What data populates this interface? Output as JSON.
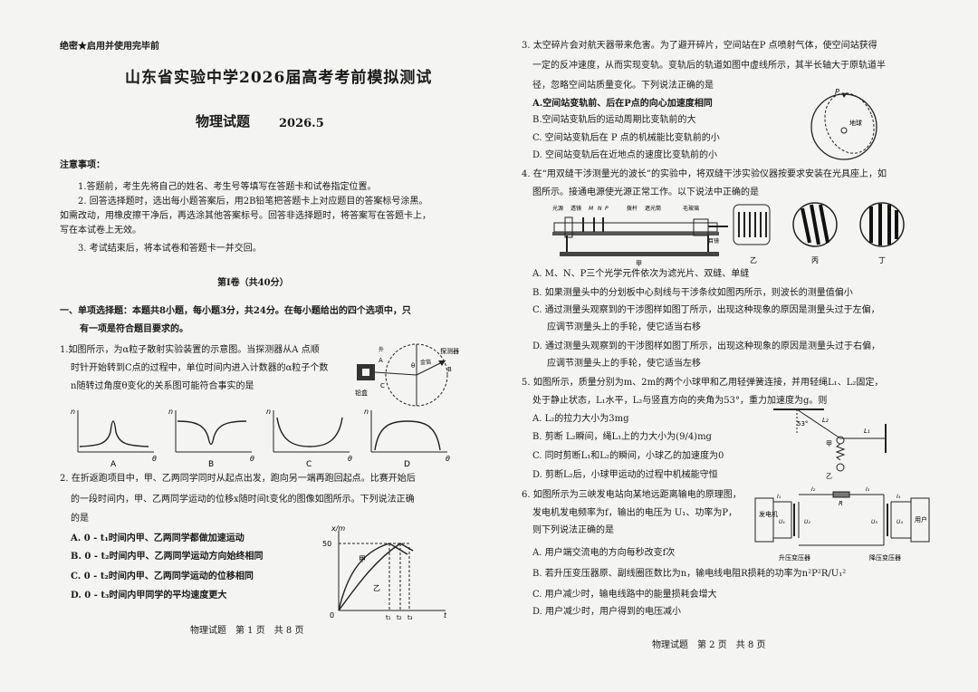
{
  "page1": {
    "secret": "绝密★启用并使用完毕前",
    "title": "山东省实验中学2026届高考考前模拟测试",
    "subject": "物理试题",
    "date": "2026.5",
    "notice_title": "注意事项：",
    "notices": [
      "1.答题前，考生先将自己的姓名、考生号等填写在答题卡和试卷指定位置。",
      "2. 回答选择题时，选出每小题答案后，用2B铅笔把答题卡上对应题目的答案标号涂黑。",
      "如需改动，用橡皮擦干净后，再选涂其他答案标号。回答非选择题时，将答案写在答题卡上，",
      "写在本试卷上无效。",
      "3. 考试结束后，将本试卷和答题卡一并交回。"
    ],
    "section": "第Ⅰ卷（共40分）",
    "part1_line1": "一、单项选择题：本题共8小题，每小题3分，共24分。在每小题给出的四个选项中，只",
    "part1_line2": "有一项是符合题目要求的。",
    "q1": {
      "lines": [
        "1.如图所示，为α粒子散射实验装置的示意图。当探测器从A 点顺",
        "时针开始转到C点的过程中，单位时间内进入计数器的α粒子个数",
        "n随转过角度θ变化的关系图可能符合事实的是"
      ],
      "fig_labels": {
        "lead": "铅盒",
        "gold": "金箔",
        "detector": "探测器",
        "a": "A",
        "b": "B",
        "c": "C",
        "theta": "θ",
        "ext": "外"
      },
      "graph_axis_n": "n",
      "graph_axis_theta": "θ",
      "options": [
        "A",
        "B",
        "C",
        "D"
      ]
    },
    "q2": {
      "lines": [
        "2. 在折返跑项目中，甲、乙两同学同时从起点出发，跑向另一端再跑回起点。比赛开始后",
        "的一段时间内，甲、乙两同学运动的位移x随时间t变化的图像如图所示。下列说法正确",
        "的是"
      ],
      "options": [
        "A. 0 - t₁时间内甲、乙两同学都做加速运动",
        "B. 0 - t₂时间内甲、乙两同学运动方向始终相同",
        "C. 0 - t₂时间内甲、乙两同学运动的位移相同",
        "D. 0 - t₃时间内甲同学的平均速度更大"
      ],
      "graph": {
        "ylabel": "x/m",
        "y50": "50",
        "origin": "0",
        "t1": "t₁",
        "t2": "t₂",
        "t3": "t₃",
        "tlabel": "t",
        "jia": "甲",
        "yi": "乙"
      }
    },
    "footer": "物理试题　第 1 页　共 8 页"
  },
  "page2": {
    "q3": {
      "lines": [
        "3. 太空碎片会对航天器带来危害。为了避开碎片，空间站在P 点喷射气体，使空间站获得",
        "一定的反冲速度，从而实现变轨。变轨后的轨道如图中虚线所示，其半长轴大于原轨道半",
        "径，忽略空间站质量变化。下列说法正确的是"
      ],
      "options": [
        "A.空间站变轨前、后在P点的向心加速度相同",
        "B.空间站变轨后的运动周期比变轨前的大",
        "C. 空间站变轨后在 P 点的机械能比变轨前的小",
        "D. 空间站变轨后在近地点的速度比变轨前的小"
      ],
      "fig": {
        "p": "P",
        "earth": "地球"
      }
    },
    "q4": {
      "lines": [
        "4. 在“用双缝干涉测量光的波长”的实验中，将双缝干涉实验仪器按要求安装在光具座上，如",
        "图所示。接通电源使光源正常工作。以下说法中正确的是"
      ],
      "fig": {
        "source": "光源",
        "lens": "透镜",
        "m": "M",
        "n": "N",
        "p": "P",
        "tube": "拨杆",
        "filter": "遮光筒",
        "screen": "毛玻璃",
        "eyepiece": "目镜",
        "jia": "甲",
        "yi": "乙",
        "bing": "丙",
        "ding": "丁"
      },
      "options": [
        "A. M、N、P三个光学元件依次为滤光片、双缝、单缝",
        "B. 如果测量头中的分划板中心刻线与干涉条纹如图丙所示，则波长的测量值偏小",
        "C. 通过测量头观察到的干涉图样如图丁所示，出现这种现象的原因是测量头过于左偏，",
        "应调节测量头上的手轮，使它适当右移",
        "D. 通过测量头观察到的干涉图样如图丁所示，出现这种现象的原因是测量头过于右偏，",
        "应调节测量头上的手轮，使它适当左移"
      ]
    },
    "q5": {
      "lines": [
        "5. 如图所示，质量分别为m、2m的两个小球甲和乙用轻弹簧连接，并用轻绳L₁、L₂固定，",
        "处于静止状态，L₁水平，L₂与竖直方向的夹角为53°，重力加速度为g。则"
      ],
      "options": [
        "A. L₂的拉力大小为3mg",
        "B. 剪断 L₂瞬间，绳L₁上的力大小为(9/4)mg",
        "C. 同时剪断L₁和L₂的瞬间，小球乙的加速度为0",
        "D. 剪断L₂后，小球甲运动的过程中机械能守恒"
      ],
      "fig": {
        "angle": "53°",
        "l1": "L₁",
        "l2": "L₂",
        "jia": "甲",
        "yi": "乙"
      }
    },
    "q6": {
      "lines": [
        "6. 如图所示为三峡发电站向某地远距离输电的原理图，",
        "发电机发电频率为f，输出的电压为 U₁、功率为P，",
        "则下列说法正确的是"
      ],
      "options": [
        "A. 用户端交流电的方向每秒改变f次",
        "B. 若升压变压器原、副线圈匝数比为n，输电线电阻R损耗的功率为n²P²R/U₁²",
        "C. 用户减少时，输电线路中的能量损耗会增大",
        "D. 用户减少时，用户得到的电压减小"
      ],
      "fig": {
        "gen": "发电机",
        "user": "用户",
        "up": "升压变压器",
        "down": "降压变压器",
        "r": "R",
        "i1": "I₁",
        "i2": "I₂",
        "i3": "I₃",
        "i4": "I₄",
        "u1": "U₁",
        "u2": "U₂",
        "u3": "U₃",
        "u4": "U₄"
      }
    },
    "footer": "物理试题　第 2 页　共 8 页"
  }
}
